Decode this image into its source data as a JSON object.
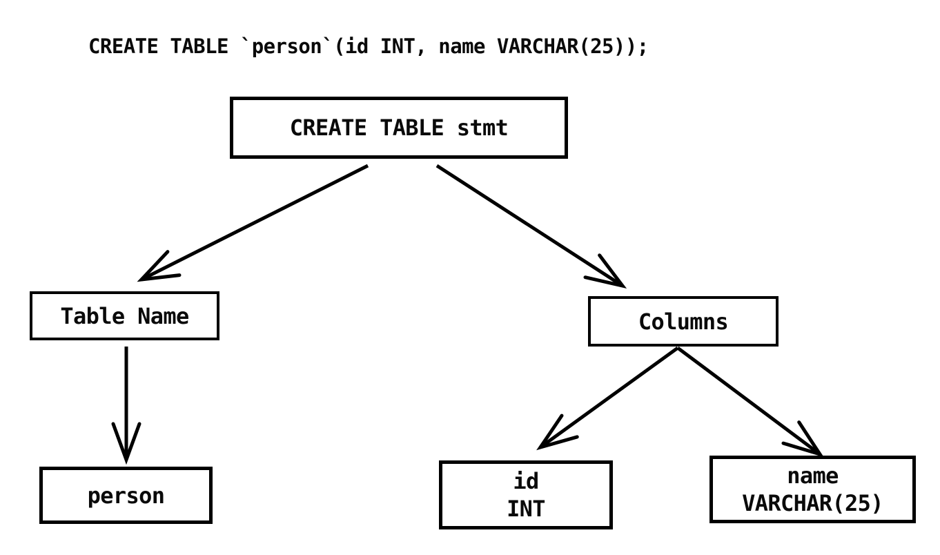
{
  "sql_statement": "CREATE TABLE `person`(id INT, name VARCHAR(25));",
  "diagram": {
    "nodes": [
      {
        "id": "create-table-stmt",
        "lines": [
          "CREATE TABLE stmt"
        ]
      },
      {
        "id": "table-name",
        "lines": [
          "Table Name"
        ]
      },
      {
        "id": "columns",
        "lines": [
          "Columns"
        ]
      },
      {
        "id": "person",
        "lines": [
          "person"
        ]
      },
      {
        "id": "id-column",
        "lines": [
          "id",
          "INT"
        ]
      },
      {
        "id": "name-column",
        "lines": [
          "name",
          "VARCHAR(25)"
        ]
      }
    ],
    "edges": [
      {
        "from": "create-table-stmt",
        "to": "table-name"
      },
      {
        "from": "create-table-stmt",
        "to": "columns"
      },
      {
        "from": "table-name",
        "to": "person"
      },
      {
        "from": "columns",
        "to": "id-column"
      },
      {
        "from": "columns",
        "to": "name-column"
      }
    ]
  },
  "colors": {
    "background": "#ffffff",
    "line": "#000000",
    "text": "#0a0a0a"
  }
}
